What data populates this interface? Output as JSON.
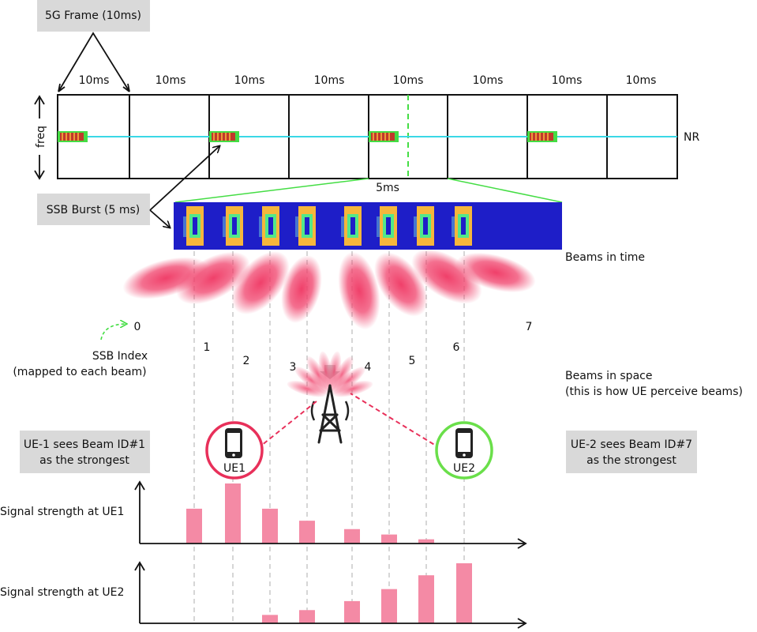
{
  "frame_box_label": "5G Frame (10ms)",
  "frame_durations": [
    "10ms",
    "10ms",
    "10ms",
    "10ms",
    "10ms",
    "10ms",
    "10ms",
    "10ms"
  ],
  "freq_label": "freq",
  "nr_label": "NR",
  "ssb_burst_label": "SSB Burst (5 ms)",
  "half_frame_label": "5ms",
  "beams_in_time_label": "Beams in time",
  "ssb_index_line1": "SSB Index",
  "ssb_index_line2": "(mapped to each beam)",
  "beam_indices": [
    "0",
    "1",
    "2",
    "3",
    "4",
    "5",
    "6",
    "7"
  ],
  "beams_in_space_line1": "Beams in space",
  "beams_in_space_line2": "(this is how UE perceive beams)",
  "ue1_callout_line1": "UE-1 sees Beam ID#1",
  "ue1_callout_line2": "as the strongest",
  "ue2_callout_line1": "UE-2 sees Beam ID#7",
  "ue2_callout_line2": "as the strongest",
  "ue1_label": "UE1",
  "ue2_label": "UE2",
  "signal_ue1_label": "Signal strength at UE1",
  "signal_ue2_label": "Signal strength at UE2",
  "signal_ue1_values": [
    0.58,
    1.0,
    0.58,
    0.38,
    0.24,
    0.15,
    0.07
  ],
  "signal_ue2_values": [
    0.14,
    0.22,
    0.37,
    0.57,
    0.8,
    1.0
  ],
  "colors": {
    "beam": "#f0406a",
    "bar": "#f48aa5",
    "burst_bg": "#1e1ec8",
    "ssb_block": "#f6b63c",
    "ssb_inner": "#52e88a",
    "nr_line": "#3ad8e6",
    "accent_green": "#44dd44",
    "ue1_ring": "#e8305a",
    "ue2_ring": "#6adf4a"
  }
}
